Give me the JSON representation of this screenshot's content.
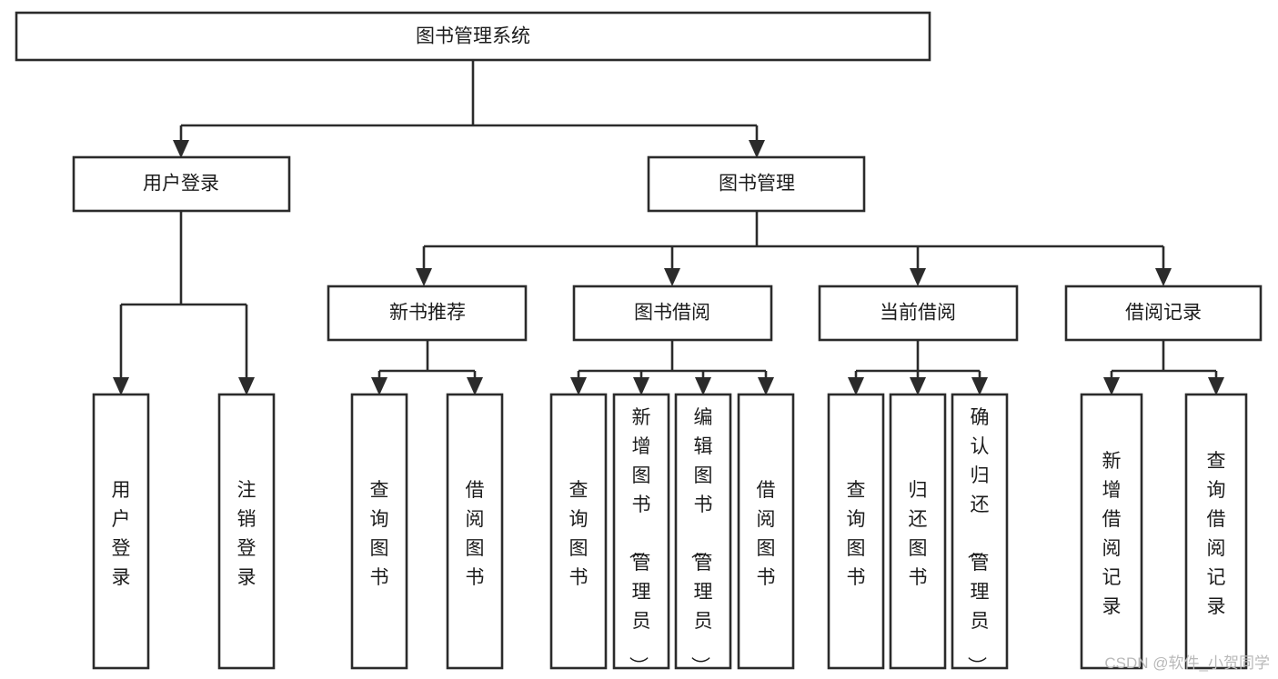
{
  "diagram": {
    "type": "hierarchy-tree",
    "title": "图书管理系统",
    "levels": 4,
    "root": {
      "id": "root",
      "label": "图书管理系统",
      "orientation": "horizontal"
    },
    "level2": [
      {
        "id": "user-login",
        "label": "用户登录",
        "orientation": "horizontal"
      },
      {
        "id": "book-management",
        "label": "图书管理",
        "orientation": "horizontal"
      }
    ],
    "level3": [
      {
        "id": "new-book-recommend",
        "label": "新书推荐",
        "orientation": "horizontal",
        "parent": "book-management"
      },
      {
        "id": "book-borrow",
        "label": "图书借阅",
        "orientation": "horizontal",
        "parent": "book-management"
      },
      {
        "id": "current-borrow",
        "label": "当前借阅",
        "orientation": "horizontal",
        "parent": "book-management"
      },
      {
        "id": "borrow-record",
        "label": "借阅记录",
        "orientation": "horizontal",
        "parent": "book-management"
      }
    ],
    "leaves": {
      "user-login": [
        {
          "id": "leaf-user-login",
          "label": "用户登录",
          "orientation": "vertical"
        },
        {
          "id": "leaf-user-logout",
          "label": "注销登录",
          "orientation": "vertical"
        }
      ],
      "new-book-recommend": [
        {
          "id": "leaf-query-book-1",
          "label": "查询图书",
          "orientation": "vertical"
        },
        {
          "id": "leaf-borrow-book-1",
          "label": "借阅图书",
          "orientation": "vertical"
        }
      ],
      "book-borrow": [
        {
          "id": "leaf-query-book-2",
          "label": "查询图书",
          "orientation": "vertical"
        },
        {
          "id": "leaf-add-book",
          "label": "新增图书（管理员）",
          "orientation": "vertical"
        },
        {
          "id": "leaf-edit-book",
          "label": "编辑图书（管理员）",
          "orientation": "vertical"
        },
        {
          "id": "leaf-borrow-book-2",
          "label": "借阅图书",
          "orientation": "vertical"
        }
      ],
      "current-borrow": [
        {
          "id": "leaf-query-book-3",
          "label": "查询图书",
          "orientation": "vertical"
        },
        {
          "id": "leaf-return-book",
          "label": "归还图书",
          "orientation": "vertical"
        },
        {
          "id": "leaf-confirm-return",
          "label": "确认归还（管理员）",
          "orientation": "vertical"
        }
      ],
      "borrow-record": [
        {
          "id": "leaf-add-record",
          "label": "新增借阅记录",
          "orientation": "vertical"
        },
        {
          "id": "leaf-query-record",
          "label": "查询借阅记录",
          "orientation": "vertical"
        }
      ]
    }
  },
  "watermark": {
    "text": "CSDN @软件_小贺同学"
  },
  "colors": {
    "stroke": "#2b2b2b",
    "box_fill": "#ffffff",
    "text": "#1c1c1c",
    "background": "#ffffff",
    "watermark": "#b9b9b9"
  }
}
